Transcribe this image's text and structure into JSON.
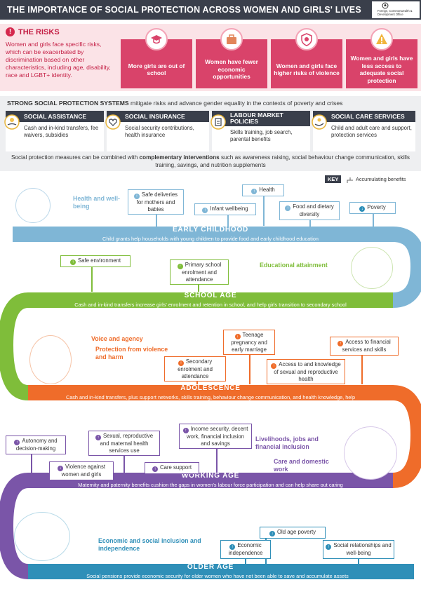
{
  "header": {
    "title": "THE IMPORTANCE OF SOCIAL PROTECTION ACROSS WOMEN AND GIRLS' LIVES",
    "logo_text": "Foreign, Commonwealth & Development Office"
  },
  "risks": {
    "title": "THE RISKS",
    "intro": "Women and girls face specific risks, which can be exacerbated by discrimination based on other characteristics, including age, disability, race and LGBT+ identity.",
    "cards": [
      {
        "text": "More girls are out of school",
        "icon": "mortarboard-icon"
      },
      {
        "text": "Women have fewer economic opportunities",
        "icon": "briefcase-icon"
      },
      {
        "text": "Women and girls face higher risks of violence",
        "icon": "shield-hand-icon"
      },
      {
        "text": "Women and girls have less access to adequate social protection",
        "icon": "warning-icon"
      }
    ]
  },
  "systems": {
    "title_bold": "STRONG SOCIAL PROTECTION SYSTEMS",
    "title_rest": " mitigate risks and advance gender equality in the contexts of poverty and crises",
    "items": [
      {
        "title": "SOCIAL ASSISTANCE",
        "text": "Cash and in-kind transfers, fee waivers, subsidies",
        "icon": "hand-coins-icon"
      },
      {
        "title": "SOCIAL INSURANCE",
        "text": "Social security contributions, health insurance",
        "icon": "heart-icon"
      },
      {
        "title": "LABOUR MARKET POLICIES",
        "text": "Skills training, job search, parental benefits",
        "icon": "clipboard-icon"
      },
      {
        "title": "SOCIAL CARE SERVICES",
        "text": "Child and adult care and support, protection services",
        "icon": "care-hand-icon"
      }
    ],
    "complementary_pre": "Social protection measures can be combined with ",
    "complementary_bold": "complementary interventions",
    "complementary_post": " such as awareness raising, social behaviour change communication, skills training, savings, and nutrition supplements"
  },
  "key": {
    "label": "KEY",
    "text": "Accumulating benefits",
    "icon": "branch-arrow-icon"
  },
  "colors": {
    "early": "#7fb6d6",
    "school": "#7fbd3a",
    "adolescence": "#ef6c2a",
    "working": "#7a55a8",
    "older": "#2f8fb8",
    "risk": "#d9436a",
    "dark": "#3a3f4b"
  },
  "stages": {
    "early": {
      "label": "EARLY CHILDHOOD",
      "text": "Child grants help households with young children to provide food and early childhood education",
      "highlight": "Health and well-being",
      "boxes": [
        "Safe deliveries for mothers and babies",
        "Infant wellbeing",
        "Health",
        "Food and dietary diversity",
        "Poverty"
      ]
    },
    "school": {
      "label": "SCHOOL AGE",
      "text": "Cash and in-kind transfers increase girls' enrolment and retention in school, and help girls transition to secondary school",
      "highlight": "Educational attainment",
      "boxes": [
        "Safe environment",
        "Primary school enrolment and attendance"
      ]
    },
    "adolescence": {
      "label": "ADOLESCENCE",
      "text": "Cash and in-kind transfers, plus support networks, skills training, behaviour change communication, and health knowledge, help girls safely transition to adulthood",
      "highlight1": "Voice and agency",
      "highlight2": "Protection from violence and harm",
      "boxes": [
        "Teenage pregnancy and early marriage",
        "Access to financial services and skills",
        "Secondary enrolment and attendance",
        "Access to and knowledge of sexual and reproductive health"
      ]
    },
    "working": {
      "label": "WORKING AGE",
      "text": "Maternity and paternity benefits cushion the gaps in women's labour force participation and can help share out caring responsibilities",
      "highlight1": "Livelihoods, jobs and financial inclusion",
      "highlight2": "Care and domestic work",
      "boxes": [
        "Autonomy and decision-making",
        "Sexual, reproductive and maternal health services use",
        "Income security, decent work, financial inclusion and savings",
        "Violence against women and girls",
        "Care support"
      ]
    },
    "older": {
      "label": "OLDER AGE",
      "text": "Social pensions provide economic security for older women who have not been able to save and accumulate assets over their working lives",
      "highlight": "Economic and social inclusion and independence",
      "boxes": [
        "Old age poverty",
        "Economic independence",
        "Social relationships and well-being"
      ]
    }
  }
}
